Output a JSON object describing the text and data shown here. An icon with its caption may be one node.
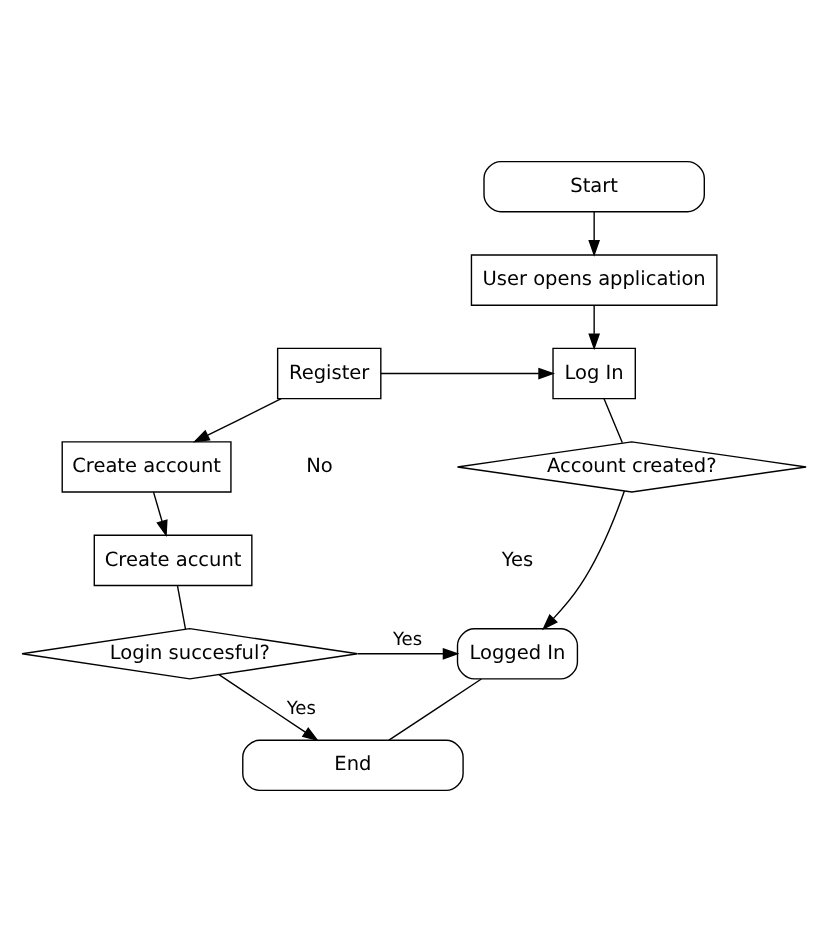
{
  "diagram": {
    "nodes": [
      {
        "text": [
          "Start"
        ]
      },
      {
        "text": [
          "User opens application"
        ]
      },
      {
        "text": [
          "Register"
        ]
      },
      {
        "text": [
          "Log In"
        ]
      },
      {
        "text": [
          "Create account"
        ]
      },
      {
        "text": [
          "Account created?"
        ]
      },
      {
        "text": [
          "Create accunt"
        ]
      },
      {
        "text": [
          "Login succesful?"
        ]
      },
      {
        "text": [
          "Logged In"
        ]
      },
      {
        "text": [
          "End"
        ]
      }
    ],
    "edges": [
      {
        "from": 0,
        "to": 1,
        "arrow": "to"
      },
      {
        "from": 1,
        "to": 3,
        "arrow": "to"
      },
      {
        "from": 2,
        "to": 3,
        "arrow": "to"
      },
      {
        "from": 2,
        "to": 4,
        "arrow": "to"
      },
      {
        "from": 3,
        "to": 5,
        "arrow": "none"
      },
      {
        "from": 4,
        "to": 6,
        "arrow": "to"
      },
      {
        "from": 6,
        "to": 7,
        "arrow": "none"
      },
      {
        "from": 7,
        "to": 8,
        "arrow": "to",
        "label": "Yes"
      },
      {
        "from": 5,
        "to": 8,
        "arrow": "to"
      },
      {
        "from": 7,
        "to": 9,
        "arrow": "to",
        "label": "Yes"
      },
      {
        "from": 8,
        "to": 9,
        "arrow": "none"
      }
    ],
    "labels": [
      "No",
      "Yes"
    ]
  }
}
